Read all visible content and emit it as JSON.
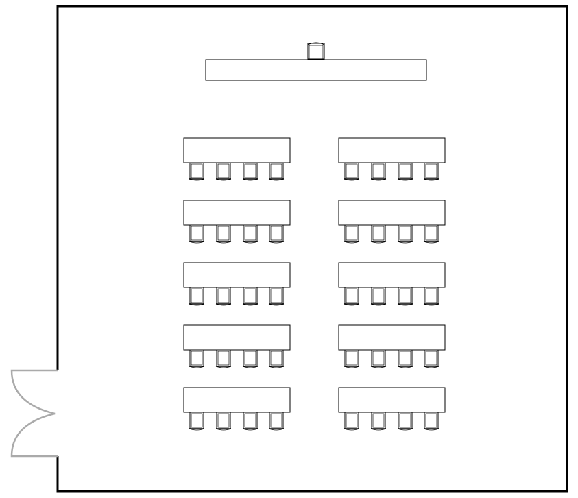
{
  "floor_plan": {
    "layout": "classroom",
    "rows": 5,
    "columns": 2,
    "student_tables": 10,
    "chairs_per_student_table": 4,
    "instructor_tables": 1,
    "instructor_chairs": 1,
    "doors": 1,
    "door_type": "double swing",
    "colors": {
      "walls": "#000000",
      "furniture": "#000000",
      "door": "#aaaaaa",
      "background": "#ffffff"
    }
  }
}
